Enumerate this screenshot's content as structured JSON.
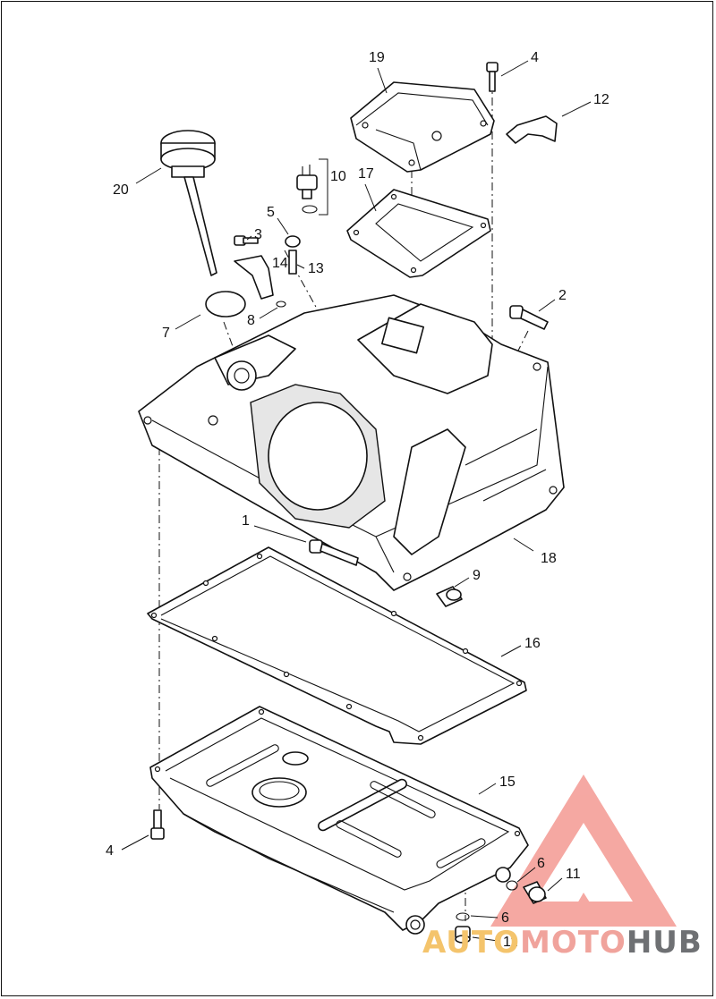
{
  "callouts": [
    {
      "id": "c20",
      "label": "20"
    },
    {
      "id": "c19",
      "label": "19"
    },
    {
      "id": "c4a",
      "label": "4"
    },
    {
      "id": "c12",
      "label": "12"
    },
    {
      "id": "c10",
      "label": "10"
    },
    {
      "id": "c17",
      "label": "17"
    },
    {
      "id": "c5a",
      "label": "5"
    },
    {
      "id": "c3",
      "label": "3"
    },
    {
      "id": "c14",
      "label": "14"
    },
    {
      "id": "c13",
      "label": "13"
    },
    {
      "id": "c2",
      "label": "2"
    },
    {
      "id": "c7",
      "label": "7"
    },
    {
      "id": "c8",
      "label": "8"
    },
    {
      "id": "c1",
      "label": "1"
    },
    {
      "id": "c18",
      "label": "18"
    },
    {
      "id": "c9",
      "label": "9"
    },
    {
      "id": "c16",
      "label": "16"
    },
    {
      "id": "c15",
      "label": "15"
    },
    {
      "id": "c4b",
      "label": "4"
    },
    {
      "id": "c6a",
      "label": "6"
    },
    {
      "id": "c11a",
      "label": "11"
    },
    {
      "id": "c6b",
      "label": "6"
    },
    {
      "id": "c11b",
      "label": "11"
    }
  ],
  "watermark": {
    "part1": "AUTO",
    "part2": "MOTO",
    "part3": "HUB",
    "colors": {
      "gold": "#f4c46c",
      "red": "#f0a39c",
      "grey": "#6e7073",
      "triangle": "#f28b84"
    }
  }
}
